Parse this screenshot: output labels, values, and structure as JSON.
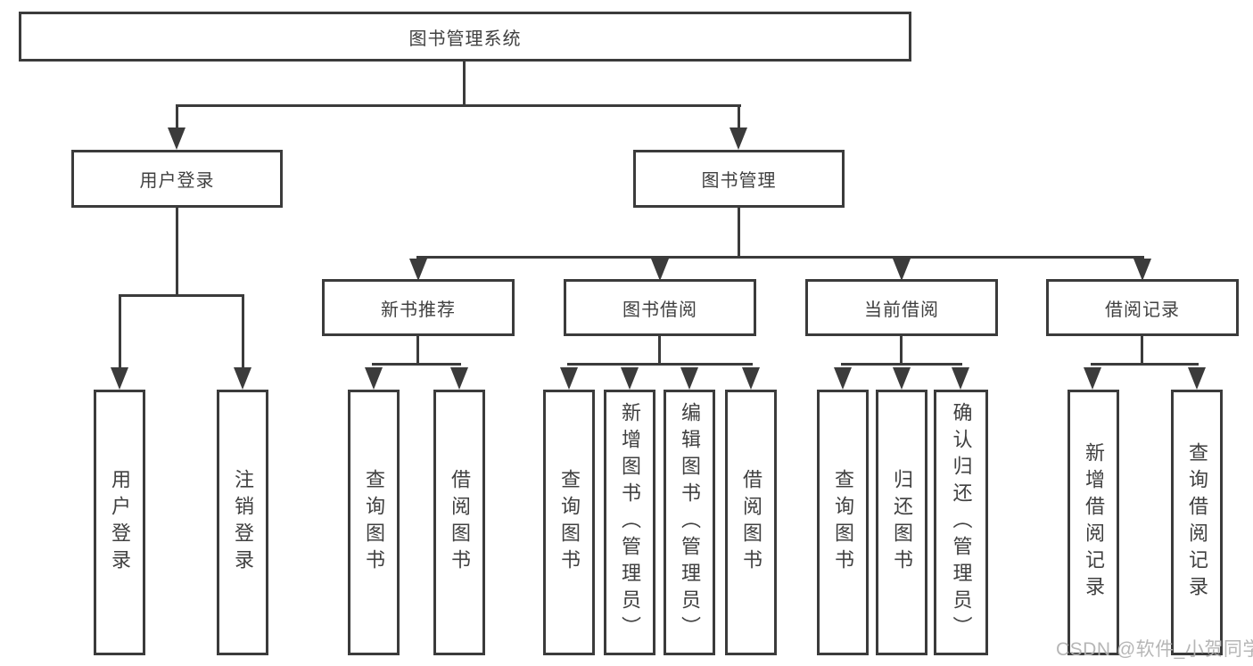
{
  "tree": {
    "root": {
      "label": "图书管理系统"
    },
    "level2": [
      {
        "label": "用户登录"
      },
      {
        "label": "图书管理"
      }
    ],
    "level3": [
      {
        "label": "新书推荐",
        "parent": "图书管理"
      },
      {
        "label": "图书借阅",
        "parent": "图书管理"
      },
      {
        "label": "当前借阅",
        "parent": "图书管理"
      },
      {
        "label": "借阅记录",
        "parent": "图书管理"
      }
    ],
    "leaves": [
      {
        "label": "用户登录",
        "parent": "用户登录"
      },
      {
        "label": "注销登录",
        "parent": "用户登录"
      },
      {
        "label": "查询图书",
        "parent": "新书推荐"
      },
      {
        "label": "借阅图书",
        "parent": "新书推荐"
      },
      {
        "label": "查询图书",
        "parent": "图书借阅"
      },
      {
        "label": "新增图书（管理员）",
        "parent": "图书借阅"
      },
      {
        "label": "编辑图书（管理员）",
        "parent": "图书借阅"
      },
      {
        "label": "借阅图书",
        "parent": "图书借阅"
      },
      {
        "label": "查询图书",
        "parent": "当前借阅"
      },
      {
        "label": "归还图书",
        "parent": "当前借阅"
      },
      {
        "label": "确认归还（管理员）",
        "parent": "当前借阅"
      },
      {
        "label": "新增借阅记录",
        "parent": "借阅记录"
      },
      {
        "label": "查询借阅记录",
        "parent": "借阅记录"
      }
    ]
  },
  "watermark": {
    "text": "CSDN @软件_小贺同学"
  },
  "colors": {
    "line": "#3b3b3b",
    "text": "#404040",
    "watermark": "#b3b3b3",
    "background": "#ffffff"
  }
}
